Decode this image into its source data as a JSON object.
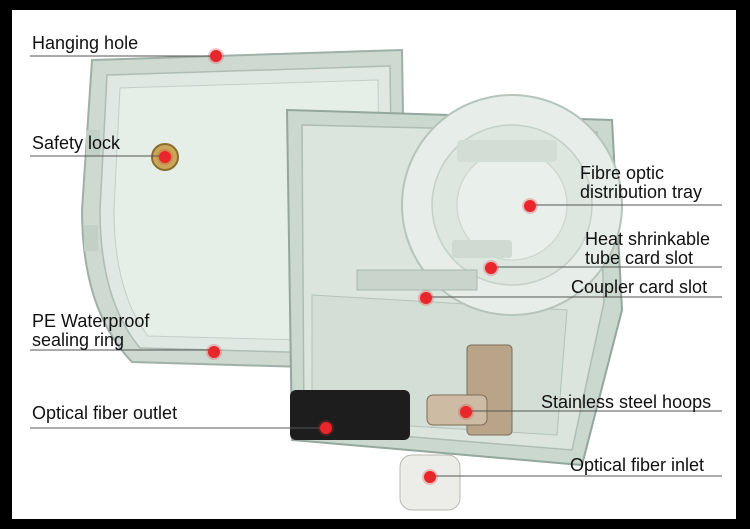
{
  "labels": {
    "hanging_hole": "Hanging hole",
    "safety_lock": "Safety lock",
    "pe_waterproof_line1": "PE Waterproof",
    "pe_waterproof_line2": "sealing ring",
    "optical_fiber_outlet": "Optical fiber outlet",
    "fibre_tray_line1": "Fibre optic",
    "fibre_tray_line2": "distribution tray",
    "heat_shrink_line1": "Heat shrinkable",
    "heat_shrink_line2": "tube card slot",
    "coupler_card_slot": "Coupler card slot",
    "stainless_steel_hoops": "Stainless steel hoops",
    "optical_fiber_inlet": "Optical fiber inlet"
  },
  "colors": {
    "callout_dot": "#e8262b",
    "enclosure": "#d7e3db",
    "frame": "#000000"
  }
}
